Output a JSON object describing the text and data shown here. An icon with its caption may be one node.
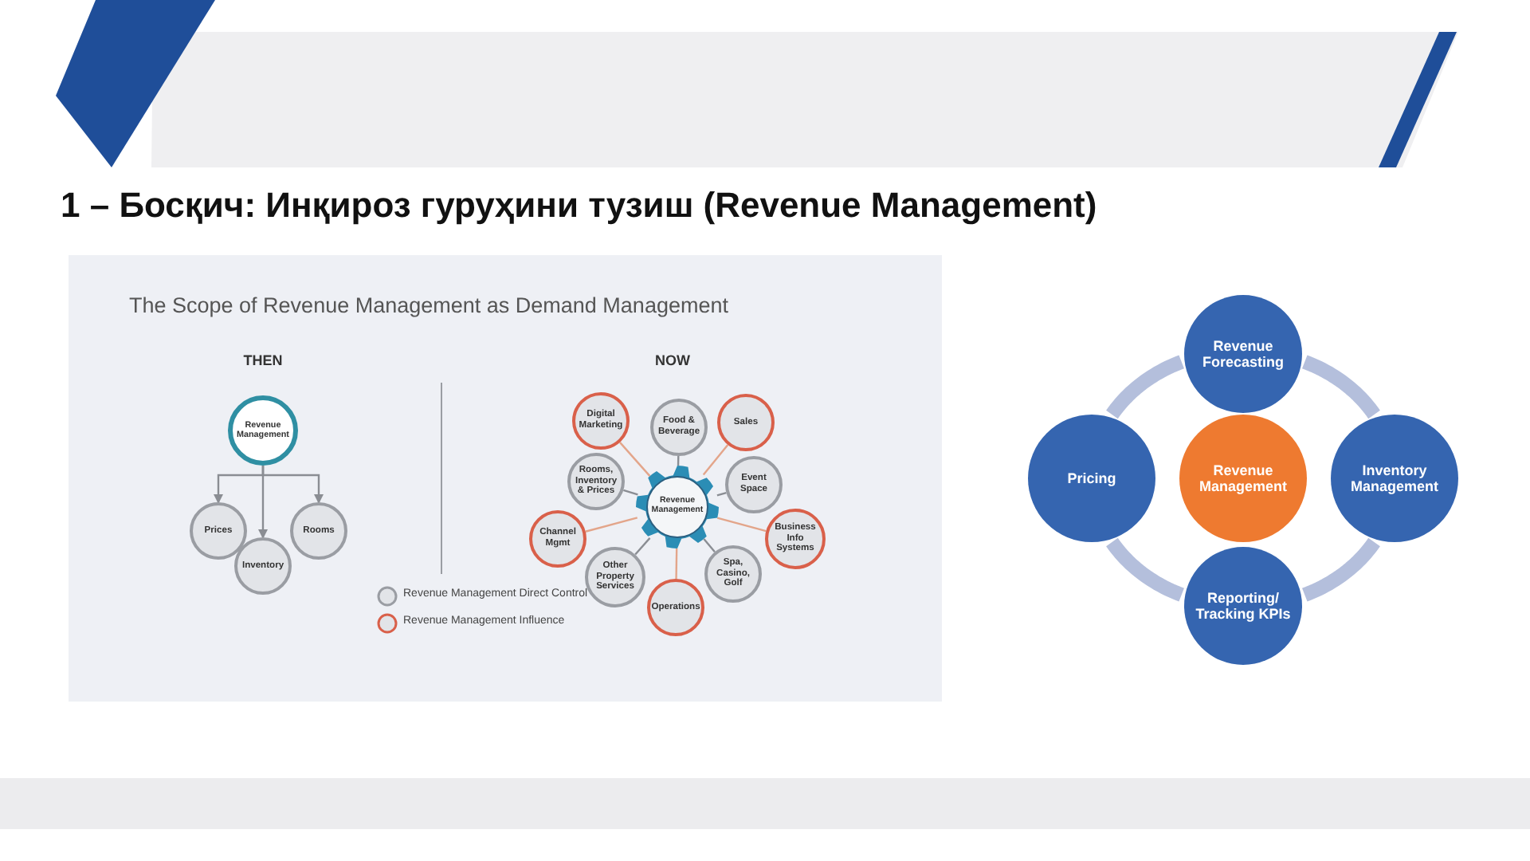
{
  "diagram": {
    "title": "1 – Босқич: Инқироз гуруҳини тузиш (Revenue Management)",
    "nodes": [
      {
        "text": [
          "The Scope of Revenue Management as Demand Management"
        ]
      },
      {
        "text": [
          "Revenue Management"
        ],
        "in": 0
      },
      {
        "text": [
          "Prices"
        ],
        "in": 0
      },
      {
        "text": [
          "Inventory"
        ],
        "in": 0
      },
      {
        "text": [
          "Rooms"
        ],
        "in": 0
      },
      {
        "text": [
          "Digital Marketing"
        ],
        "in": 0
      },
      {
        "text": [
          "Food & Beverage"
        ],
        "in": 0
      },
      {
        "text": [
          "Sales"
        ],
        "in": 0
      },
      {
        "text": [
          "Rooms, Inventory & Prices"
        ],
        "in": 0
      },
      {
        "text": [
          "Revenue Management"
        ],
        "in": 0
      },
      {
        "text": [
          "Event Space"
        ],
        "in": 0
      },
      {
        "text": [
          "Channel Mgmt"
        ],
        "in": 0
      },
      {
        "text": [
          "Business Info Systems"
        ],
        "in": 0
      },
      {
        "text": [
          "Other Property Services"
        ],
        "in": 0
      },
      {
        "text": [
          "Spa, Casino, Golf"
        ],
        "in": 0
      },
      {
        "text": [
          "Operations"
        ],
        "in": 0
      },
      {
        "text": [
          "Revenue Forecasting"
        ]
      },
      {
        "text": [
          "Pricing"
        ]
      },
      {
        "text": [
          "Revenue Management"
        ]
      },
      {
        "text": [
          "Inventory Management"
        ]
      },
      {
        "text": [
          "Reporting/ Tracking KPIs"
        ]
      }
    ],
    "edges": [
      {
        "from": 1,
        "to": 2,
        "arrow": "to"
      },
      {
        "from": 1,
        "to": 3,
        "arrow": "to"
      },
      {
        "from": 1,
        "to": 4,
        "arrow": "to"
      },
      {
        "from": 9,
        "to": 5,
        "arrow": "none",
        "color": "#e3a58a"
      },
      {
        "from": 9,
        "to": 6,
        "arrow": "none"
      },
      {
        "from": 9,
        "to": 7,
        "arrow": "none",
        "color": "#e3a58a"
      },
      {
        "from": 9,
        "to": 8,
        "arrow": "none"
      },
      {
        "from": 9,
        "to": 10,
        "arrow": "none"
      },
      {
        "from": 9,
        "to": 11,
        "arrow": "none",
        "color": "#e3a58a"
      },
      {
        "from": 9,
        "to": 12,
        "arrow": "none",
        "color": "#e3a58a"
      },
      {
        "from": 9,
        "to": 13,
        "arrow": "none"
      },
      {
        "from": 9,
        "to": 14,
        "arrow": "none"
      },
      {
        "from": 9,
        "to": 15,
        "arrow": "none",
        "color": "#e3a58a"
      },
      {
        "from": 16,
        "to": 19,
        "arrow": "none",
        "style": "thick",
        "color": "#b4bfdc"
      },
      {
        "from": 19,
        "to": 20,
        "arrow": "none",
        "style": "thick",
        "color": "#b4bfdc"
      },
      {
        "from": 20,
        "to": 17,
        "arrow": "none",
        "style": "thick",
        "color": "#b4bfdc"
      },
      {
        "from": 17,
        "to": 16,
        "arrow": "none",
        "style": "thick",
        "color": "#b4bfdc"
      }
    ],
    "labels": [
      "THEN",
      "NOW"
    ],
    "legend": [
      {
        "text": "Revenue Management Direct Control"
      },
      {
        "text": "Revenue Management Influence"
      }
    ]
  }
}
